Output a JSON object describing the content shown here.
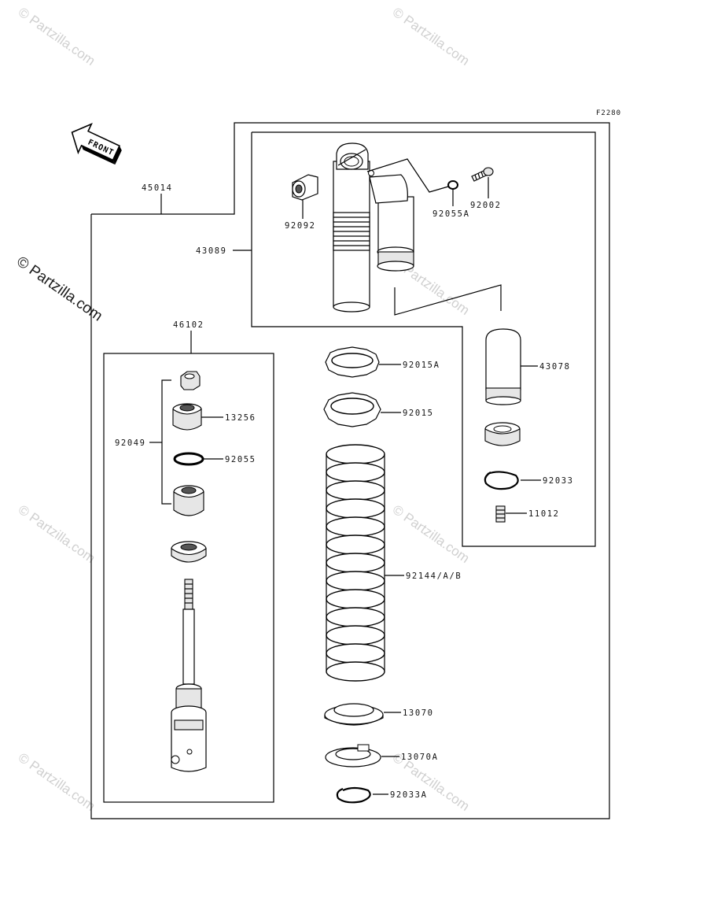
{
  "figure_code": "F2280",
  "front_label": "FRONT",
  "watermark_text": "© Partzilla.com",
  "parts": {
    "p45014": "45014",
    "p43089": "43089",
    "p92092": "92092",
    "p92055A": "92055A",
    "p92002": "92002",
    "p43078": "43078",
    "p92033": "92033",
    "p11012": "11012",
    "p46102": "46102",
    "p13256": "13256",
    "p92049": "92049",
    "p92055": "92055",
    "p92015A": "92015A",
    "p92015": "92015",
    "p92144": "92144/A/B",
    "p13070": "13070",
    "p13070A": "13070A",
    "p92033A": "92033A"
  }
}
